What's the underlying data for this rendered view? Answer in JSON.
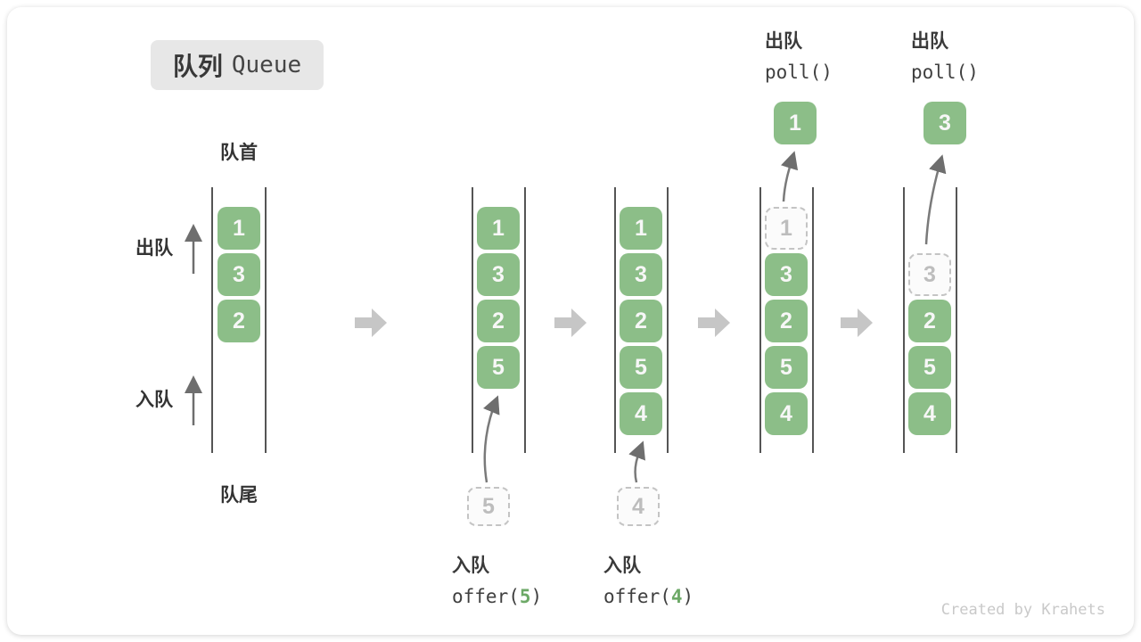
{
  "title": {
    "zh": "队列",
    "en": "Queue"
  },
  "labels": {
    "front": "队首",
    "rear": "队尾",
    "dequeue": "出队",
    "enqueue": "入队"
  },
  "states": [
    {
      "values": [
        "1",
        "3",
        "2"
      ]
    },
    {
      "values": [
        "1",
        "3",
        "2",
        "5"
      ],
      "incoming": "5"
    },
    {
      "values": [
        "1",
        "3",
        "2",
        "5",
        "4"
      ],
      "incoming": "4"
    },
    {
      "removed": "1",
      "values": [
        "3",
        "2",
        "5",
        "4"
      ],
      "popped": "1"
    },
    {
      "removed": "3",
      "values": [
        "2",
        "5",
        "4"
      ],
      "popped": "3"
    }
  ],
  "operations": {
    "offer5": {
      "action": "入队",
      "fn": "offer(",
      "arg": "5",
      "close": ")"
    },
    "offer4": {
      "action": "入队",
      "fn": "offer(",
      "arg": "4",
      "close": ")"
    },
    "poll1": {
      "action": "出队",
      "code": "poll()"
    },
    "poll2": {
      "action": "出队",
      "code": "poll()"
    }
  },
  "watermark": "Created by Krahets",
  "colors": {
    "box_green": "#8cbe88",
    "arg_green": "#6da967",
    "block_arrow_gray": "#c6c6c6",
    "line_gray": "#555555"
  }
}
